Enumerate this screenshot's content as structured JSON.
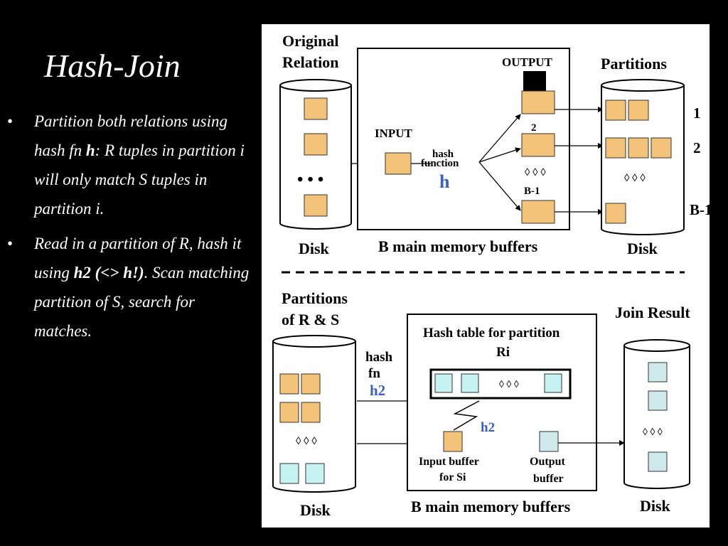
{
  "slide": {
    "title": "Hash-Join",
    "bullet_mark": "•",
    "bullet1": {
      "text_a": "Partition both relations using hash fn ",
      "em": "h",
      "text_b": ":  R tuples in partition i will only match S tuples in partition i."
    },
    "bullet2": {
      "text_a": "Read in a partition of R, hash it using ",
      "em": "h2 (<> h!)",
      "text_b": ". Scan matching partition of S, search for matches."
    }
  },
  "top": {
    "orig_line1": "Original",
    "orig_line2": "Relation",
    "disk_left": "Disk",
    "dots_left": "• • •",
    "input": "INPUT",
    "hash": "hash",
    "function": "function",
    "h": "h",
    "output": "OUTPUT",
    "label_2": "2",
    "dots_mid": "◊ ◊ ◊",
    "label_b1": "B-1",
    "buffers": "B main memory buffers",
    "partitions": "Partitions",
    "disk_right": "Disk",
    "p1": "1",
    "p2": "2",
    "pb": "B-1",
    "dots_right": "◊ ◊ ◊"
  },
  "bottom": {
    "parts_line1": "Partitions",
    "parts_line2": "of R & S",
    "disk_left": "Disk",
    "dots_left": "◊ ◊ ◊",
    "hash": "hash",
    "fn": "fn",
    "h2": "h2",
    "hash_table_line1": "Hash table for partition",
    "hash_table_line2": "Ri",
    "dots_table": "◊ ◊ ◊",
    "h2_mid": "h2",
    "input_buf_line1": "Input buffer",
    "input_buf_line2": "for Si",
    "output_buf_line1": "Output",
    "output_buf_line2": "buffer",
    "buffers": "B main memory buffers",
    "join_result": "Join Result",
    "disk_right": "Disk",
    "dots_right": "◊ ◊ ◊"
  },
  "colors": {
    "orange": "#f4c37a",
    "teal": "#cfe8ec",
    "cyan": "#c6f2f2",
    "blue_label": "#3a60c8",
    "black": "#000000"
  }
}
